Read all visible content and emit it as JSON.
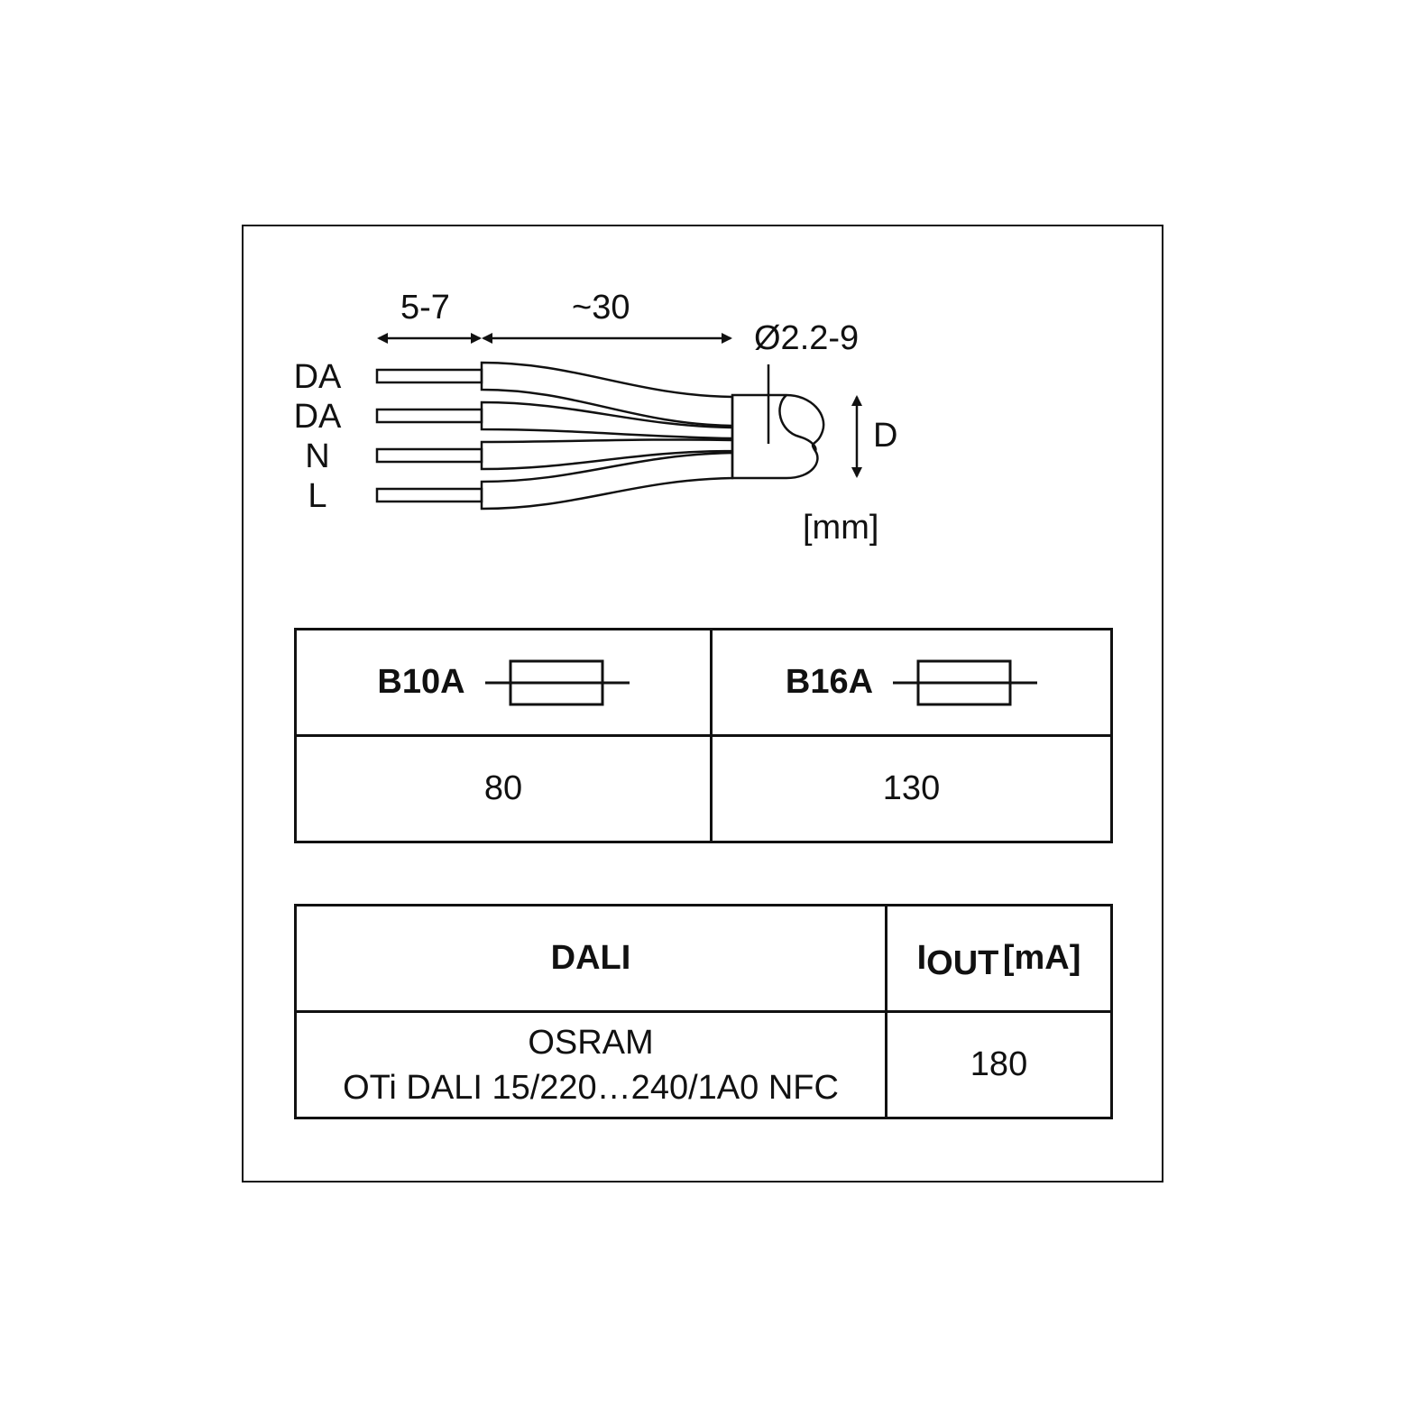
{
  "wiring": {
    "dim_strip": "5-7",
    "dim_length": "~30",
    "dim_diameter": "Ø2.2-9",
    "dim_d": "D",
    "unit": "[mm]",
    "wires": [
      "DA",
      "DA",
      "N",
      "L"
    ]
  },
  "fuse_table": {
    "columns": [
      {
        "label": "B10A",
        "value": "80"
      },
      {
        "label": "B16A",
        "value": "130"
      }
    ],
    "fuse_icon": "fuse-icon"
  },
  "driver_table": {
    "header_driver": "DALI",
    "header_current_main": "I",
    "header_current_sub": "OUT",
    "header_current_unit": "[mA]",
    "driver_line1": "OSRAM",
    "driver_line2": "OTi DALI 15/220…240/1A0 NFC",
    "current": "180"
  }
}
